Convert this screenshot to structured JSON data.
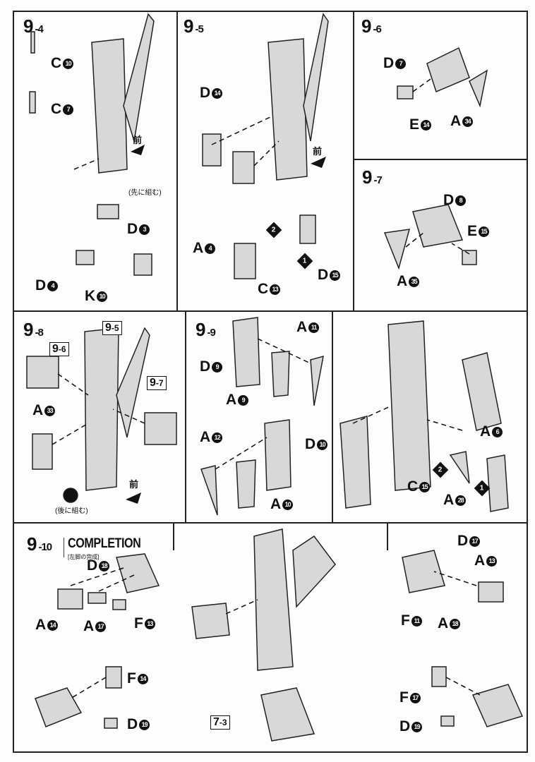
{
  "steps": {
    "s9_4": {
      "title": "9",
      "sub": "-4",
      "front": "前",
      "pre_assemble": "(先に組む)",
      "parts": [
        {
          "p": "C",
          "n": "10"
        },
        {
          "p": "C",
          "n": "7"
        },
        {
          "p": "D",
          "n": "3"
        },
        {
          "p": "D",
          "n": "4"
        },
        {
          "p": "K",
          "n": "10"
        }
      ]
    },
    "s9_5": {
      "title": "9",
      "sub": "-5",
      "front": "前",
      "order": [
        "2",
        "1"
      ],
      "parts": [
        {
          "p": "D",
          "n": "14"
        },
        {
          "p": "A",
          "n": "4"
        },
        {
          "p": "C",
          "n": "13"
        },
        {
          "p": "D",
          "n": "15"
        }
      ]
    },
    "s9_6": {
      "title": "9",
      "sub": "-6",
      "parts": [
        {
          "p": "D",
          "n": "7"
        },
        {
          "p": "E",
          "n": "14"
        },
        {
          "p": "A",
          "n": "34"
        }
      ]
    },
    "s9_7": {
      "title": "9",
      "sub": "-7",
      "parts": [
        {
          "p": "D",
          "n": "8"
        },
        {
          "p": "E",
          "n": "15"
        },
        {
          "p": "A",
          "n": "35"
        }
      ]
    },
    "s9_8": {
      "title": "9",
      "sub": "-8",
      "front": "前",
      "post_assemble": "(後に組む)",
      "refs": [
        {
          "t": "9",
          "s": "-5"
        },
        {
          "t": "9",
          "s": "-6"
        },
        {
          "t": "9",
          "s": "-7"
        }
      ],
      "parts": [
        {
          "p": "A",
          "n": "33"
        }
      ]
    },
    "s9_9": {
      "title": "9",
      "sub": "-9",
      "order": [
        "2",
        "1"
      ],
      "parts": [
        {
          "p": "A",
          "n": "11"
        },
        {
          "p": "D",
          "n": "9"
        },
        {
          "p": "A",
          "n": "9"
        },
        {
          "p": "A",
          "n": "12"
        },
        {
          "p": "D",
          "n": "10"
        },
        {
          "p": "A",
          "n": "10"
        },
        {
          "p": "A",
          "n": "6"
        },
        {
          "p": "C",
          "n": "15"
        },
        {
          "p": "A",
          "n": "28"
        }
      ]
    },
    "s9_10": {
      "title": "9",
      "sub": "-10",
      "heading": "COMPLETION",
      "subtitle": "[左脚の完成]",
      "ref": {
        "t": "7",
        "s": "-3"
      },
      "parts": [
        {
          "p": "D",
          "n": "18"
        },
        {
          "p": "A",
          "n": "14"
        },
        {
          "p": "A",
          "n": "17"
        },
        {
          "p": "F",
          "n": "13"
        },
        {
          "p": "F",
          "n": "14"
        },
        {
          "p": "D",
          "n": "19"
        },
        {
          "p": "D",
          "n": "17"
        },
        {
          "p": "A",
          "n": "13"
        },
        {
          "p": "F",
          "n": "11"
        },
        {
          "p": "A",
          "n": "18"
        },
        {
          "p": "F",
          "n": "17"
        },
        {
          "p": "D",
          "n": "19"
        }
      ]
    }
  }
}
